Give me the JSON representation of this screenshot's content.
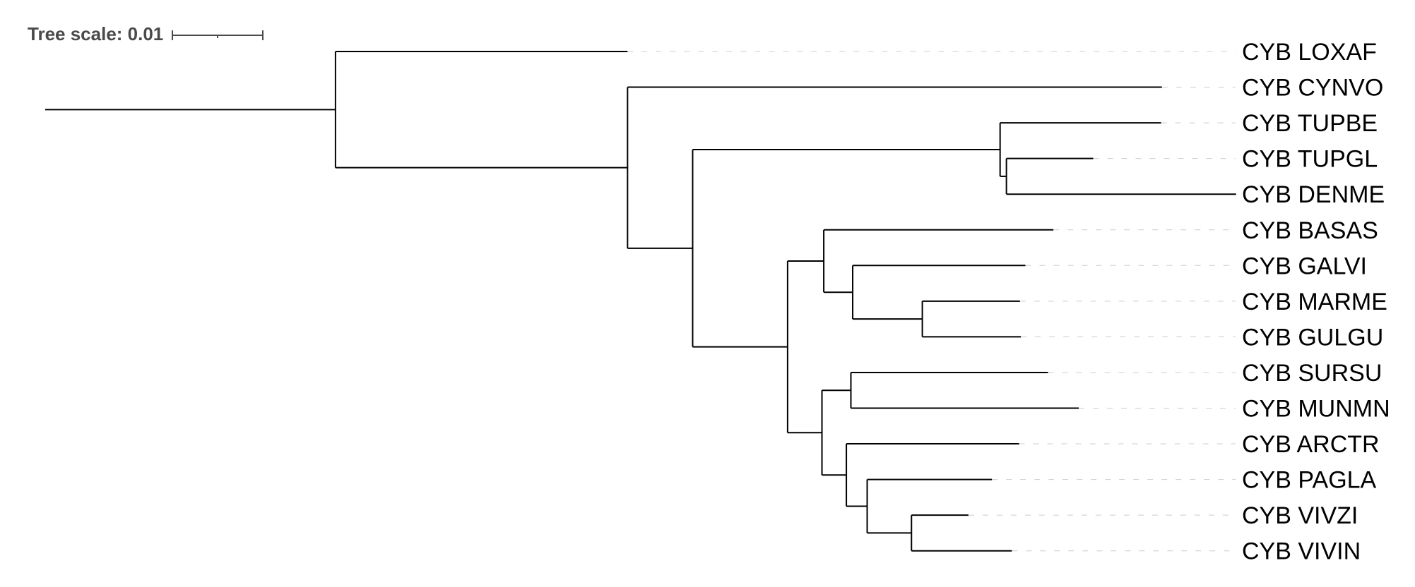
{
  "tree_scale": {
    "label": "Tree scale: 0.01",
    "value": 0.01
  },
  "colors": {
    "branch": "#000000",
    "dash": "#cccccc",
    "scale": "#4a4a4a"
  },
  "tree": {
    "length": 0.0321,
    "children": [
      {
        "name": "CYB LOXAF",
        "length": 0.0323
      },
      {
        "length": 0.0323,
        "children": [
          {
            "name": "CYB CYNVO",
            "length": 0.0591
          },
          {
            "length": 0.0072,
            "children": [
              {
                "length": 0.034,
                "children": [
                  {
                    "name": "CYB TUPBE",
                    "length": 0.0178
                  },
                  {
                    "length": 0.0007,
                    "children": [
                      {
                        "name": "CYB TUPGL",
                        "length": 0.0096
                      },
                      {
                        "name": "CYB DENME",
                        "length": 0.0254
                      }
                    ]
                  }
                ]
              },
              {
                "length": 0.0105,
                "children": [
                  {
                    "length": 0.004,
                    "children": [
                      {
                        "name": "CYB BASAS",
                        "length": 0.0254
                      },
                      {
                        "length": 0.0032,
                        "children": [
                          {
                            "name": "CYB GALVI",
                            "length": 0.0191
                          },
                          {
                            "length": 0.0077,
                            "children": [
                              {
                                "name": "CYB MARME",
                                "length": 0.0108
                              },
                              {
                                "name": "CYB GULGU",
                                "length": 0.0109
                              }
                            ]
                          }
                        ]
                      }
                    ]
                  },
                  {
                    "length": 0.0038,
                    "children": [
                      {
                        "length": 0.0032,
                        "children": [
                          {
                            "name": "CYB SURSU",
                            "length": 0.0218
                          },
                          {
                            "name": "CYB MUNMN",
                            "length": 0.0252
                          }
                        ]
                      },
                      {
                        "length": 0.0027,
                        "children": [
                          {
                            "name": "CYB ARCTR",
                            "length": 0.0191
                          },
                          {
                            "length": 0.0023,
                            "children": [
                              {
                                "name": "CYB PAGLA",
                                "length": 0.0138
                              },
                              {
                                "length": 0.0049,
                                "children": [
                                  {
                                    "name": "CYB VIVZI",
                                    "length": 0.0063
                                  },
                                  {
                                    "name": "CYB VIVIN",
                                    "length": 0.0111
                                  }
                                ]
                              }
                            ]
                          }
                        ]
                      }
                    ]
                  }
                ]
              }
            ]
          }
        ]
      }
    ]
  }
}
